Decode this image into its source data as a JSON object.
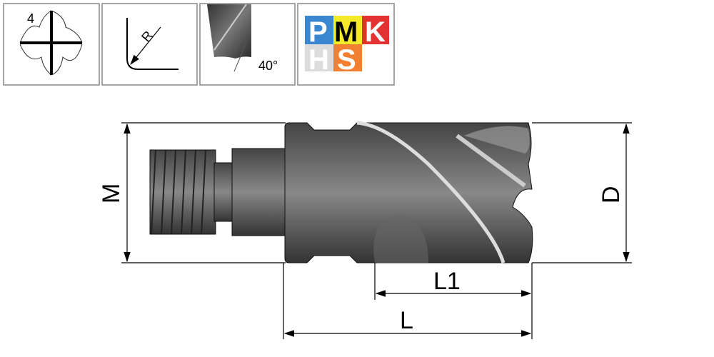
{
  "icons": {
    "flutes": {
      "label": "4"
    },
    "corner_radius": {
      "label": "R"
    },
    "helix_angle": {
      "label": "40°"
    },
    "materials": {
      "letters": [
        "P",
        "M",
        "K",
        "H",
        "S"
      ],
      "colors": {
        "P": "#3a86d0",
        "M": "#f5ea2a",
        "K": "#e23232",
        "H": "#dcdcdc",
        "S": "#f38030"
      }
    }
  },
  "dimensions": {
    "M": "M",
    "D": "D",
    "L1": "L1",
    "L": "L"
  }
}
